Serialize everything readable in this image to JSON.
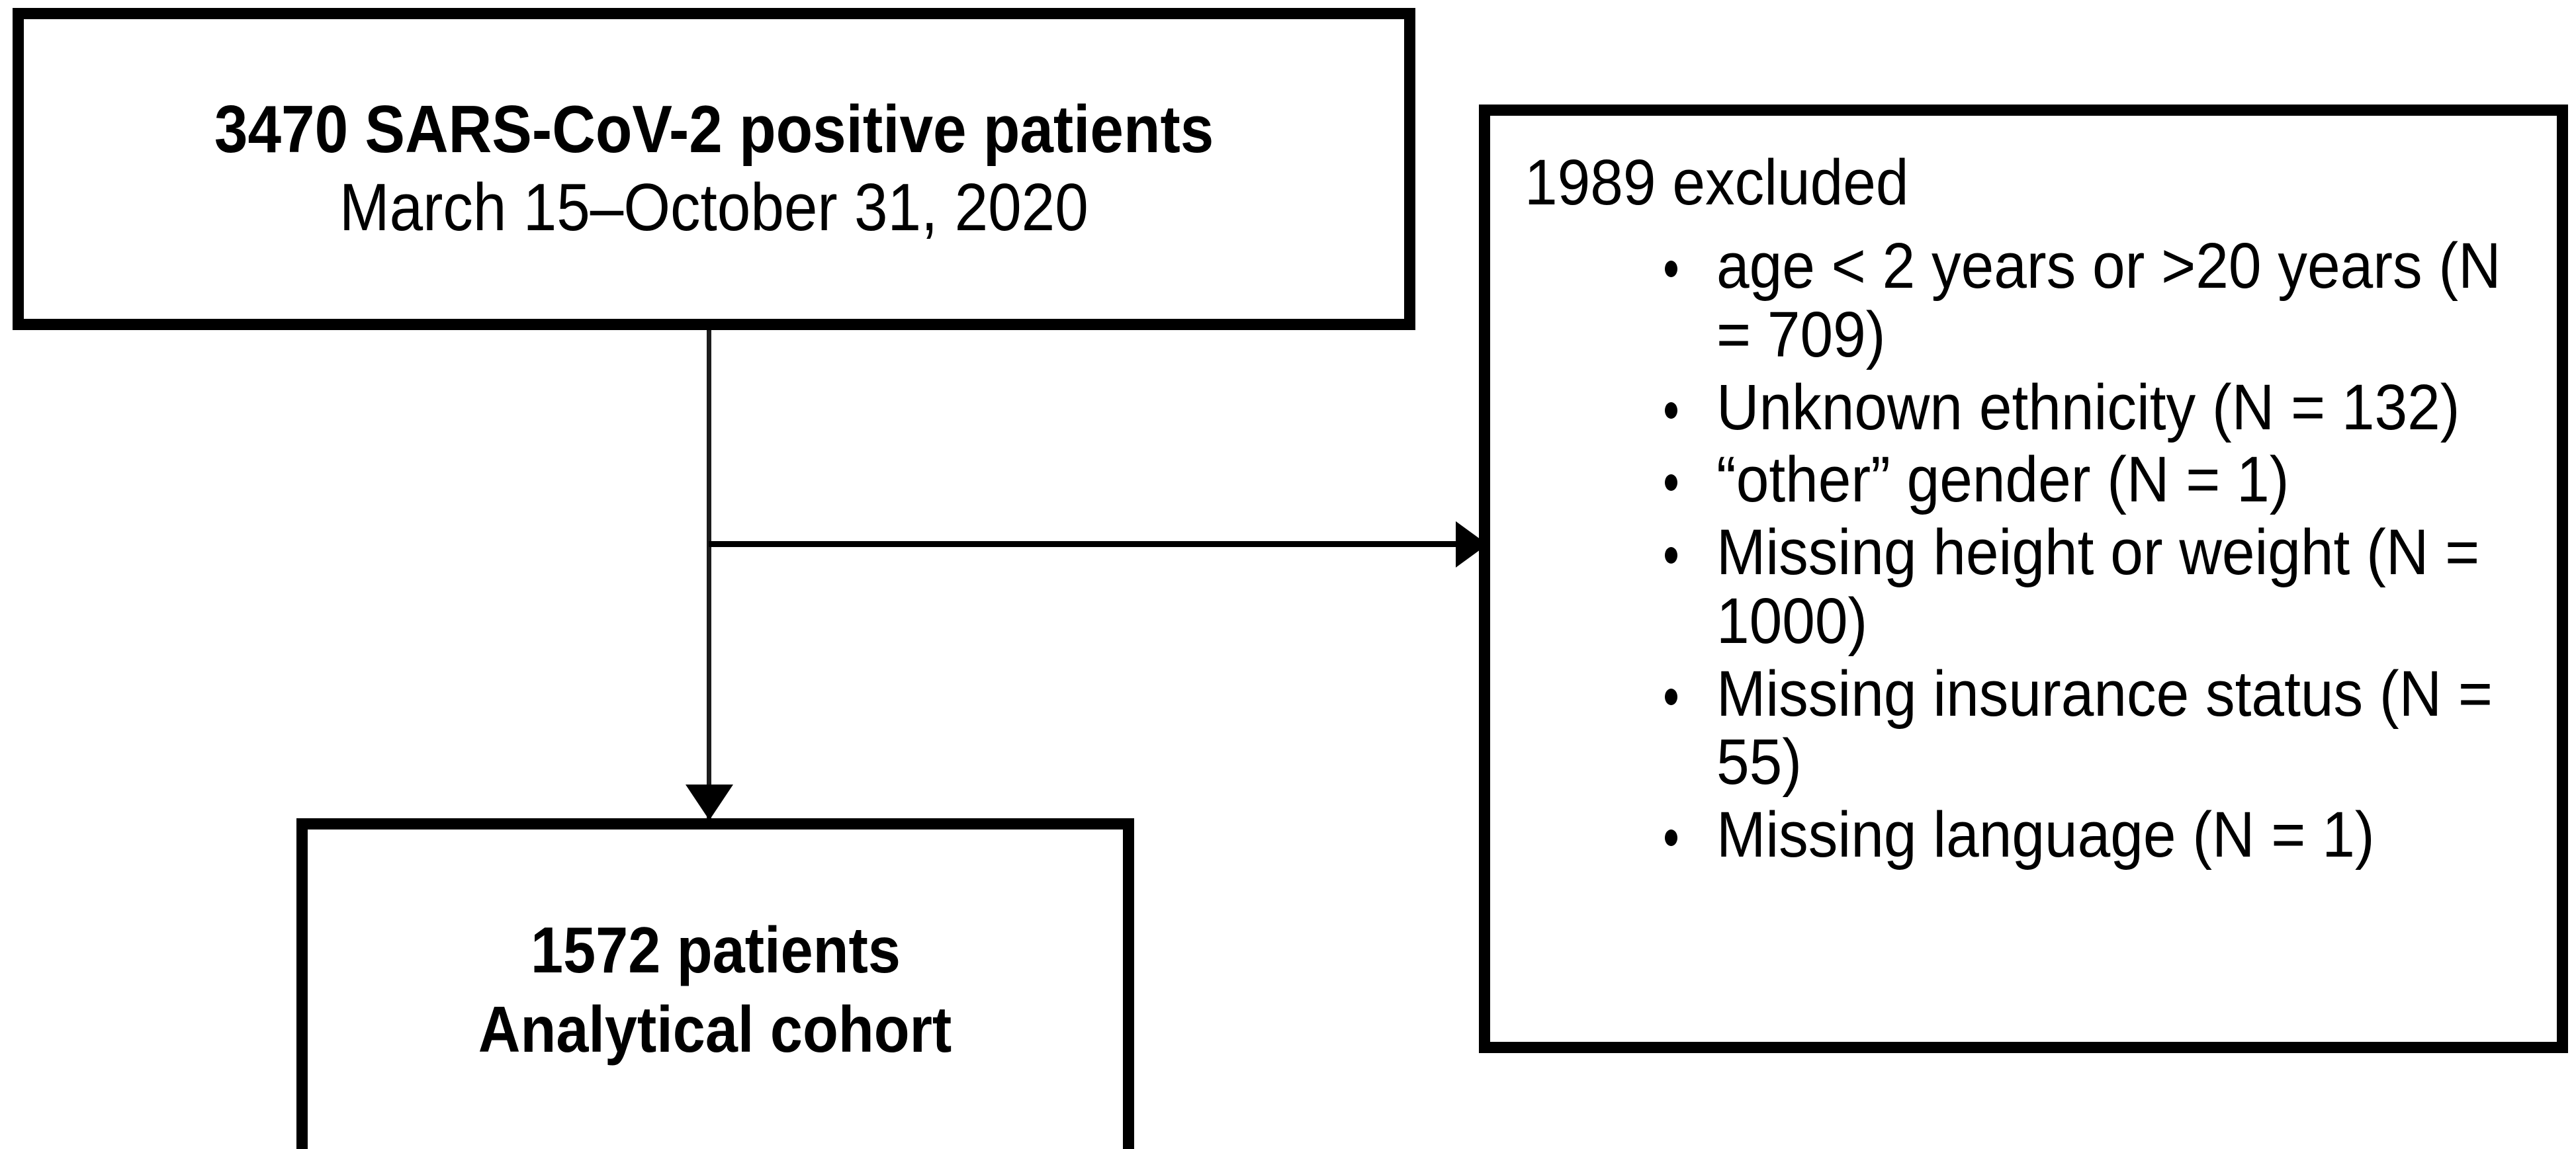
{
  "figure": {
    "type": "patient-flow-diagram",
    "source_box": {
      "line1": "3470 SARS-CoV-2 positive patients",
      "line2": "March 15–October 31, 2020"
    },
    "exclusion_box": {
      "heading": "1989 excluded",
      "items": [
        "age < 2 years or >20 years (N = 709)",
        "Unknown ethnicity (N = 132)",
        "“other” gender (N = 1)",
        "Missing height or weight (N = 1000)",
        "Missing insurance status (N = 55)",
        "Missing language (N = 1)"
      ]
    },
    "final_box": {
      "line1": "1572 patients",
      "line2": "Analytical cohort"
    },
    "connectors": {
      "to_exclusions": "arrow-right",
      "to_final": "arrow-down"
    },
    "colors": {
      "stroke": "#000000",
      "fill": "#ffffff",
      "text": "#000000"
    }
  }
}
